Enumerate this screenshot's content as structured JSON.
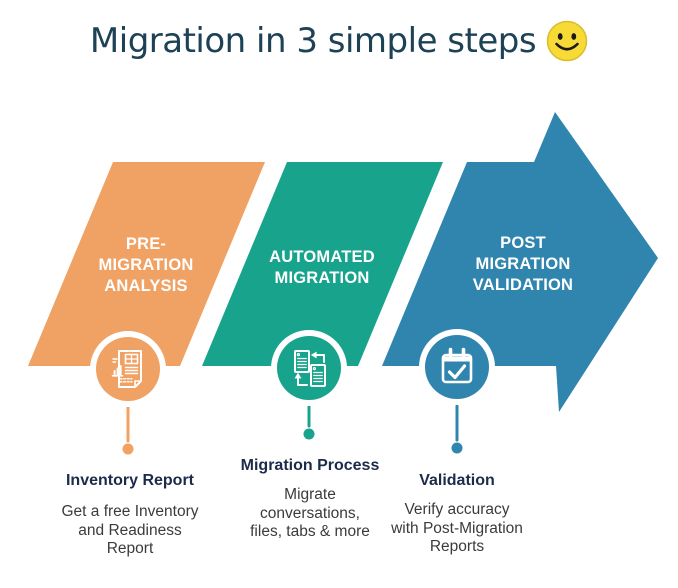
{
  "title": {
    "text": "Migration in 3 simple steps",
    "emoji": "smiley-face"
  },
  "colors": {
    "orange": "#F0A164",
    "teal": "#18A48C",
    "blue": "#3085AE",
    "title_navy": "#1D4155",
    "caption_navy": "#1C2B4A",
    "body_gray": "#3B3B3B",
    "smiley_yellow": "#F7DA35",
    "background": "#FFFFFF",
    "white": "#FFFFFF"
  },
  "steps": [
    {
      "label": "PRE-\nMIGRATION\nANALYSIS",
      "icon": "inventory-report-icon",
      "caption_title": "Inventory Report",
      "caption_body": "Get a free Inventory\nand Readiness\nReport",
      "color": "#F0A164"
    },
    {
      "label": "AUTOMATED\nMIGRATION",
      "icon": "migration-transfer-icon",
      "caption_title": "Migration Process",
      "caption_body": "Migrate\nconversations,\nfiles, tabs & more",
      "color": "#18A48C"
    },
    {
      "label": "POST\nMIGRATION\nVALIDATION",
      "icon": "calendar-check-icon",
      "caption_title": "Validation",
      "caption_body": "Verify accuracy\nwith Post-Migration\nReports",
      "color": "#3085AE"
    }
  ]
}
